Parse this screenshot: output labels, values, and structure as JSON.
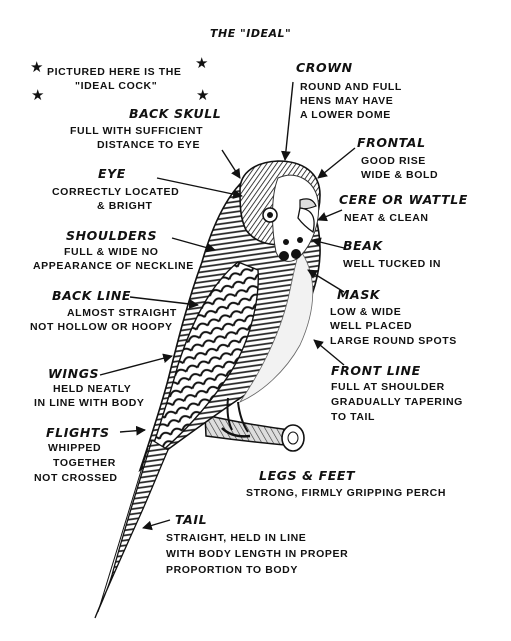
{
  "title": "THE \"IDEAL\"",
  "intro": {
    "line1": "PICTURED HERE IS THE",
    "line2": "\"IDEAL COCK\"",
    "star_glyph": "★"
  },
  "labels": {
    "crown": {
      "heading": "CROWN",
      "lines": [
        "ROUND AND FULL",
        "HENS MAY HAVE",
        "A LOWER DOME"
      ]
    },
    "back_skull": {
      "heading": "BACK SKULL",
      "lines": [
        "FULL WITH SUFFICIENT",
        "DISTANCE TO EYE"
      ]
    },
    "frontal": {
      "heading": "FRONTAL",
      "lines": [
        "GOOD RISE",
        "WIDE & BOLD"
      ]
    },
    "eye": {
      "heading": "EYE",
      "lines": [
        "CORRECTLY LOCATED",
        "& BRIGHT"
      ]
    },
    "cere": {
      "heading": "CERE OR WATTLE",
      "lines": [
        "NEAT & CLEAN"
      ]
    },
    "shoulders": {
      "heading": "SHOULDERS",
      "lines": [
        "FULL & WIDE NO",
        "APPEARANCE OF NECKLINE"
      ]
    },
    "beak": {
      "heading": "BEAK",
      "lines": [
        "WELL TUCKED IN"
      ]
    },
    "back_line": {
      "heading": "BACK LINE",
      "lines": [
        "ALMOST STRAIGHT",
        "NOT HOLLOW OR HOOPY"
      ]
    },
    "mask": {
      "heading": "MASK",
      "lines": [
        "LOW & WIDE",
        "WELL PLACED",
        "LARGE ROUND SPOTS"
      ]
    },
    "wings": {
      "heading": "WINGS",
      "lines": [
        "HELD NEATLY",
        "IN LINE WITH BODY"
      ]
    },
    "front_line": {
      "heading": "FRONT LINE",
      "lines": [
        "FULL AT SHOULDER",
        "GRADUALLY TAPERING",
        "TO TAIL"
      ]
    },
    "flights": {
      "heading": "FLIGHTS",
      "lines": [
        "WHIPPED",
        "TOGETHER",
        "NOT CROSSED"
      ]
    },
    "legs_feet": {
      "heading": "LEGS & FEET",
      "lines": [
        "STRONG, FIRMLY GRIPPING PERCH"
      ]
    },
    "tail": {
      "heading": "TAIL",
      "lines": [
        "STRAIGHT, HELD IN LINE",
        "WITH BODY LENGTH IN PROPER",
        "PROPORTION TO BODY"
      ]
    }
  }
}
